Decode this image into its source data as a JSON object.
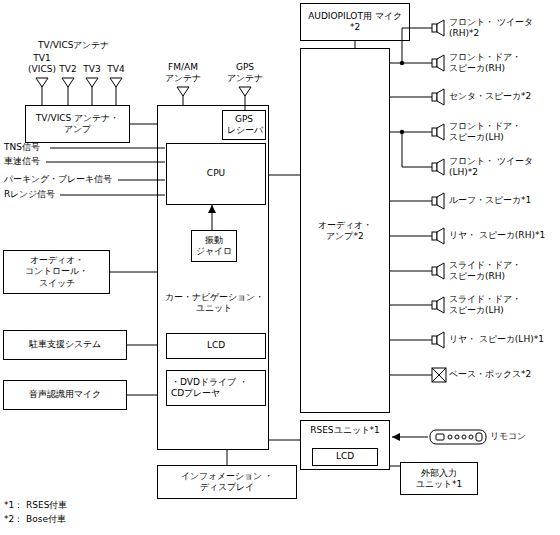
{
  "diagram": {
    "nodes": [
      {
        "text": [
          "AUDIOPILOT用 マイク*2"
        ]
      },
      {
        "text": [
          "TV/VICS アンテナ・アンプ"
        ]
      },
      {
        "text": [
          "カー・ナビゲーション・ ユニット"
        ]
      },
      {
        "text": [
          "GPS レシーバ"
        ],
        "in": 2
      },
      {
        "text": [
          "CPU"
        ],
        "in": 2
      },
      {
        "text": [
          "振動 ジャイロ"
        ],
        "in": 2
      },
      {
        "text": [
          "LCD"
        ],
        "in": 2
      },
      {
        "text": [
          "・DVDドライブ ・CDプレーヤ"
        ],
        "in": 2
      },
      {
        "text": [
          "オーディオ・ アンプ*2"
        ]
      },
      {
        "text": [
          "オーディオ・ コントロール・ スイッチ"
        ]
      },
      {
        "text": [
          "駐車支援システム"
        ]
      },
      {
        "text": [
          "音声認識用マイク"
        ]
      },
      {
        "text": [
          "RSESユニット*1"
        ]
      },
      {
        "text": [
          "LCD"
        ],
        "in": 12
      },
      {
        "text": [
          "外部入力 ユニット*1"
        ]
      },
      {
        "text": [
          "インフォメーション ・ディスプレイ"
        ]
      }
    ],
    "edges": [
      {
        "from": 0,
        "to": 8,
        "arrow": "none"
      },
      {
        "from": 1,
        "to": 2,
        "arrow": "none"
      },
      {
        "from": 5,
        "to": 4,
        "arrow": "to"
      },
      {
        "from": 2,
        "to": 8,
        "arrow": "none"
      },
      {
        "from": 9,
        "to": 2,
        "arrow": "none"
      },
      {
        "from": 10,
        "to": 2,
        "arrow": "none"
      },
      {
        "from": 11,
        "to": 2,
        "arrow": "none"
      },
      {
        "from": 2,
        "to": 12,
        "arrow": "none"
      },
      {
        "from": 14,
        "to": 12,
        "arrow": "none"
      },
      {
        "from": 2,
        "to": 15,
        "arrow": "none"
      }
    ],
    "labels": [
      "TV/VICSアンテナ",
      "TV1 (VICS)",
      "TV2",
      "TV3",
      "TV4",
      "FM/AM アンテナ",
      "GPS アンテナ",
      "TNS信号",
      "車速信号",
      "パーキング・ブレーキ信号",
      "Rレンジ信号",
      "フロント・ ツイータ(RH)*2",
      "フロント・ドア・ スピーカ(RH)",
      "センタ・スピーカ*2",
      "フロント・ドア・ スピーカ(LH)",
      "フロント・ ツイータ(LH)*2",
      "ルーフ・スピーカ*1",
      "リヤ・ スピーカ(RH)*1",
      "スライド・ドア・ スピーカ(RH)",
      "スライド・ドア・ スピーカ(LH)",
      "リヤ・ スピーカ(LH)*1",
      "ベース・ボックス*2",
      "リモコン",
      "*1： RSES付車",
      "*2： Bose付車"
    ]
  }
}
